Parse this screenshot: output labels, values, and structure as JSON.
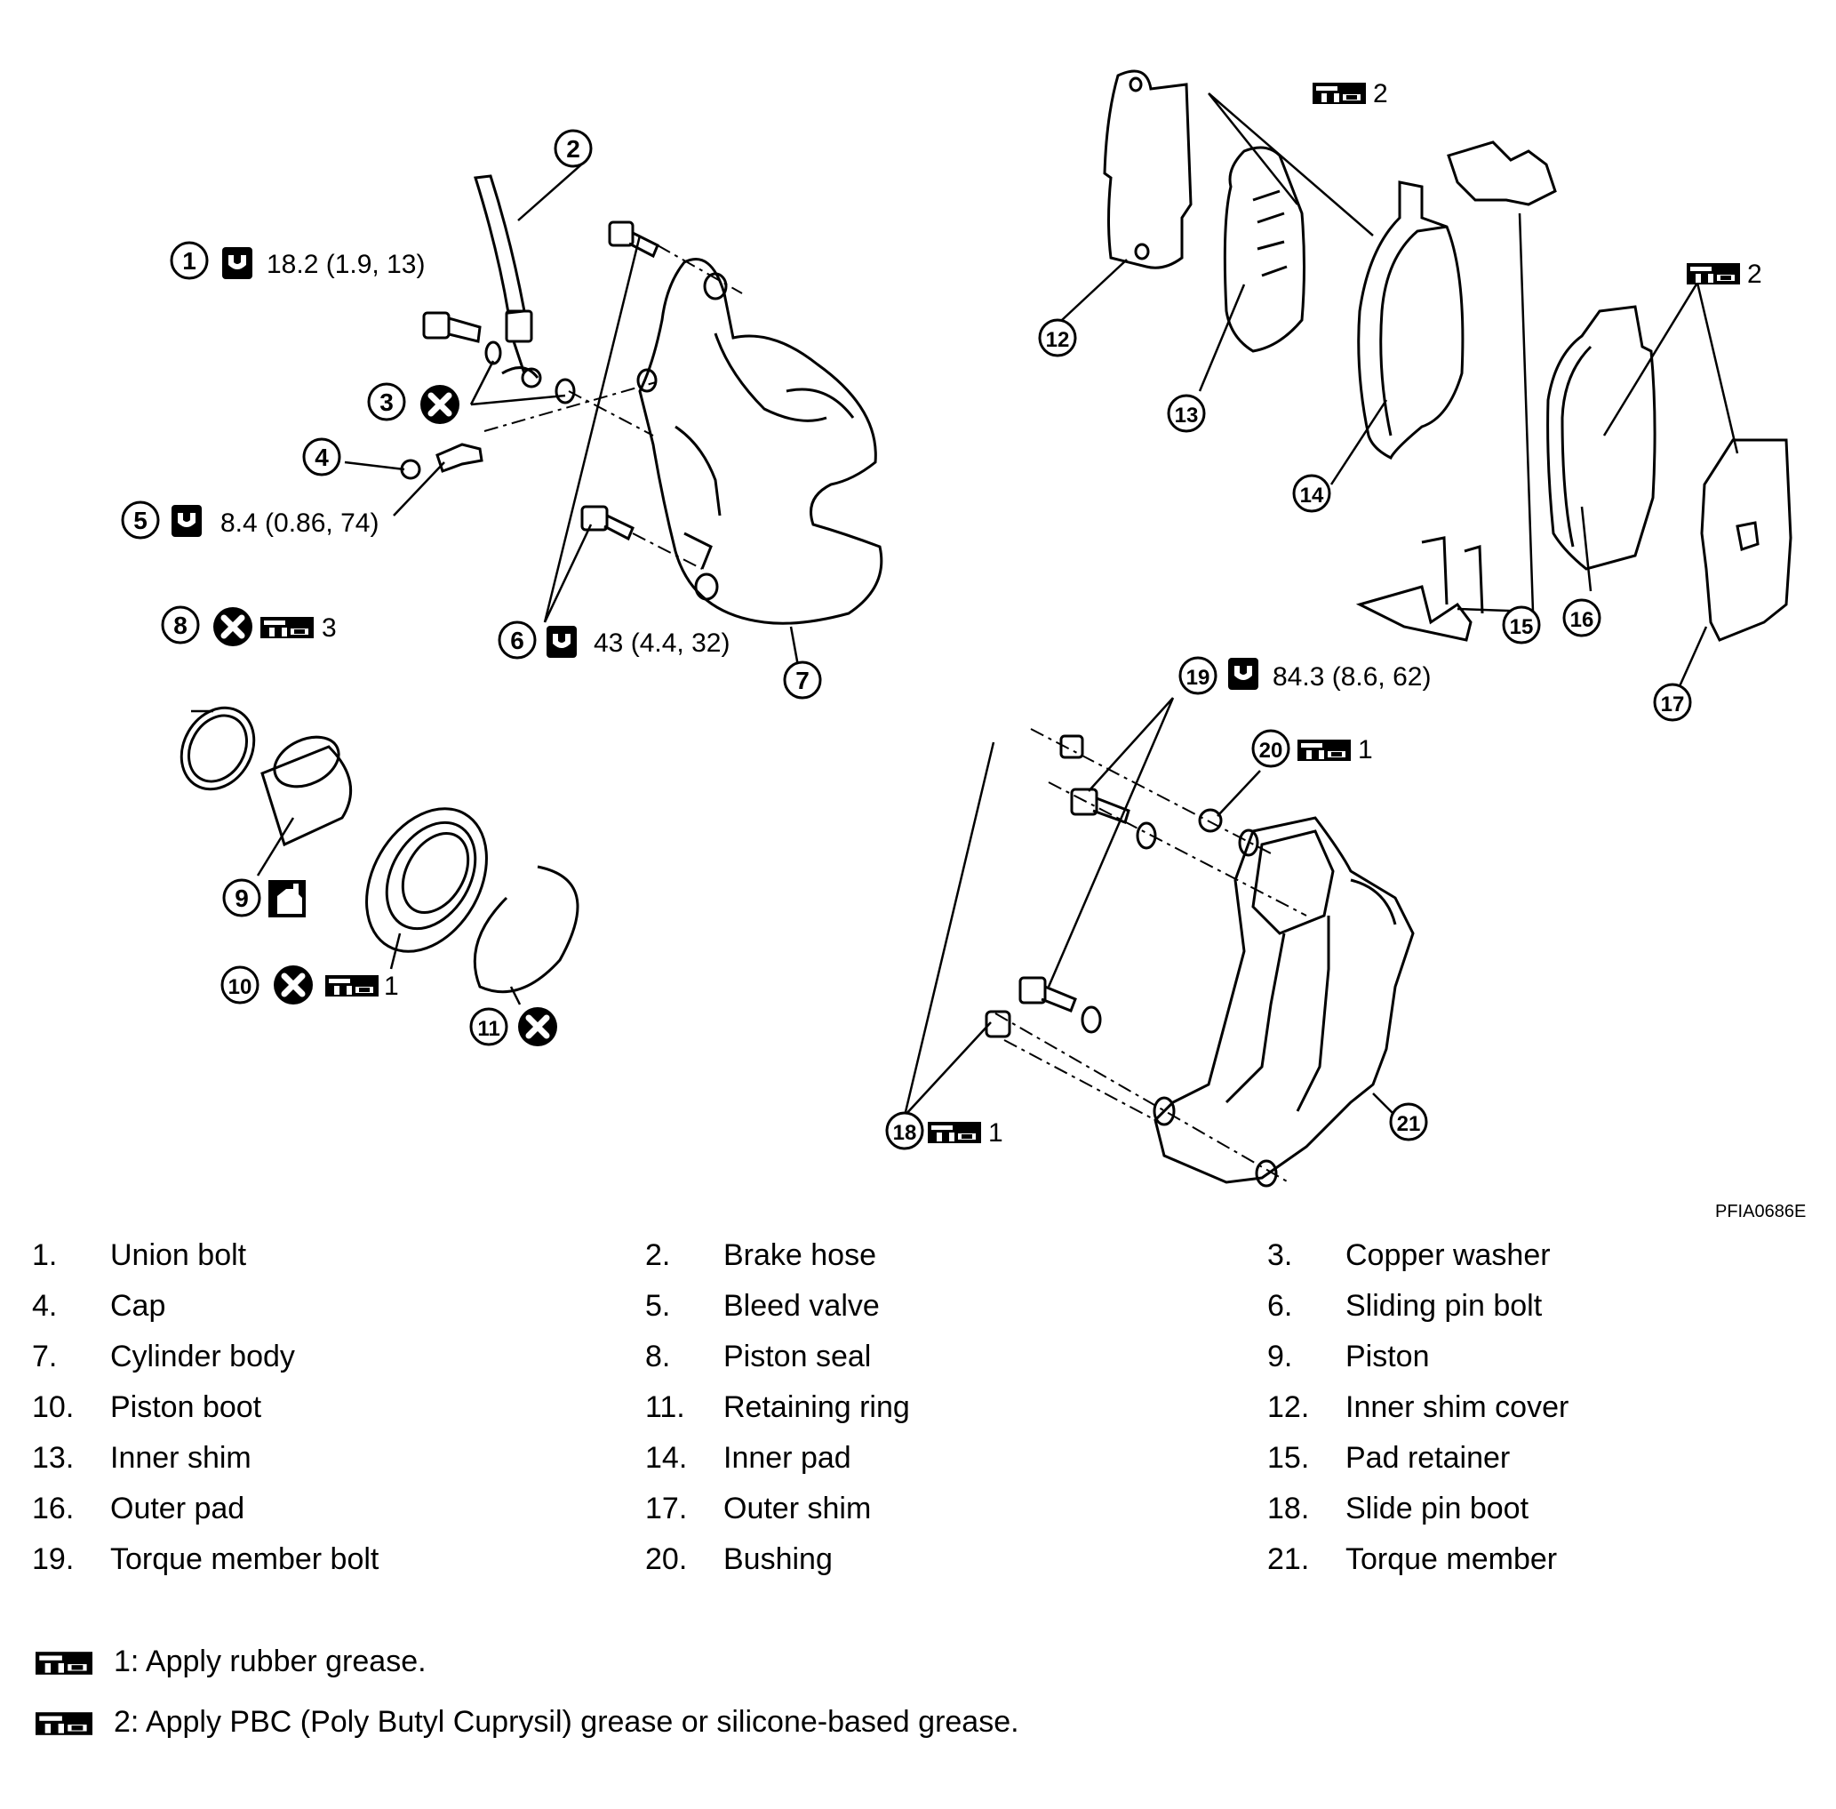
{
  "figure_code": "PFIA0686E",
  "callouts": [
    {
      "n": "1"
    },
    {
      "n": "2"
    },
    {
      "n": "3"
    },
    {
      "n": "4"
    },
    {
      "n": "5"
    },
    {
      "n": "6"
    },
    {
      "n": "7"
    },
    {
      "n": "8"
    },
    {
      "n": "9"
    },
    {
      "n": "10"
    },
    {
      "n": "11"
    },
    {
      "n": "12"
    },
    {
      "n": "13"
    },
    {
      "n": "14"
    },
    {
      "n": "15"
    },
    {
      "n": "16"
    },
    {
      "n": "17"
    },
    {
      "n": "18"
    },
    {
      "n": "19"
    },
    {
      "n": "20"
    },
    {
      "n": "21"
    }
  ],
  "torque_specs": {
    "union_bolt": "18.2 (1.9, 13)",
    "bleed_valve": "8.4 (0.86, 74)",
    "sliding_pin_bolt": "43 (4.4, 32)",
    "torque_member_bolt": "84.3 (8.6, 62)"
  },
  "grease_refs": {
    "piston_seal": "3",
    "piston_boot": "1",
    "inner_shim": "2",
    "outer_shim": "2",
    "bushing": "1",
    "slide_pin_boot": "1"
  },
  "icons": [
    "torque-wrench-icon",
    "do-not-reuse-icon",
    "grease-icon",
    "brake-fluid-icon"
  ],
  "parts": [
    {
      "num": "1.",
      "name": "Union bolt"
    },
    {
      "num": "2.",
      "name": "Brake hose"
    },
    {
      "num": "3.",
      "name": "Copper washer"
    },
    {
      "num": "4.",
      "name": "Cap"
    },
    {
      "num": "5.",
      "name": "Bleed valve"
    },
    {
      "num": "6.",
      "name": "Sliding pin bolt"
    },
    {
      "num": "7.",
      "name": "Cylinder body"
    },
    {
      "num": "8.",
      "name": "Piston seal"
    },
    {
      "num": "9.",
      "name": "Piston"
    },
    {
      "num": "10.",
      "name": "Piston boot"
    },
    {
      "num": "11.",
      "name": "Retaining ring"
    },
    {
      "num": "12.",
      "name": "Inner shim cover"
    },
    {
      "num": "13.",
      "name": "Inner shim"
    },
    {
      "num": "14.",
      "name": "Inner pad"
    },
    {
      "num": "15.",
      "name": "Pad retainer"
    },
    {
      "num": "16.",
      "name": "Outer pad"
    },
    {
      "num": "17.",
      "name": "Outer shim"
    },
    {
      "num": "18.",
      "name": "Slide pin boot"
    },
    {
      "num": "19.",
      "name": "Torque member bolt"
    },
    {
      "num": "20.",
      "name": "Bushing"
    },
    {
      "num": "21.",
      "name": "Torque member"
    }
  ],
  "notes": [
    {
      "text": "1: Apply rubber grease."
    },
    {
      "text": "2: Apply PBC (Poly Butyl Cuprysil) grease or silicone-based grease."
    }
  ]
}
